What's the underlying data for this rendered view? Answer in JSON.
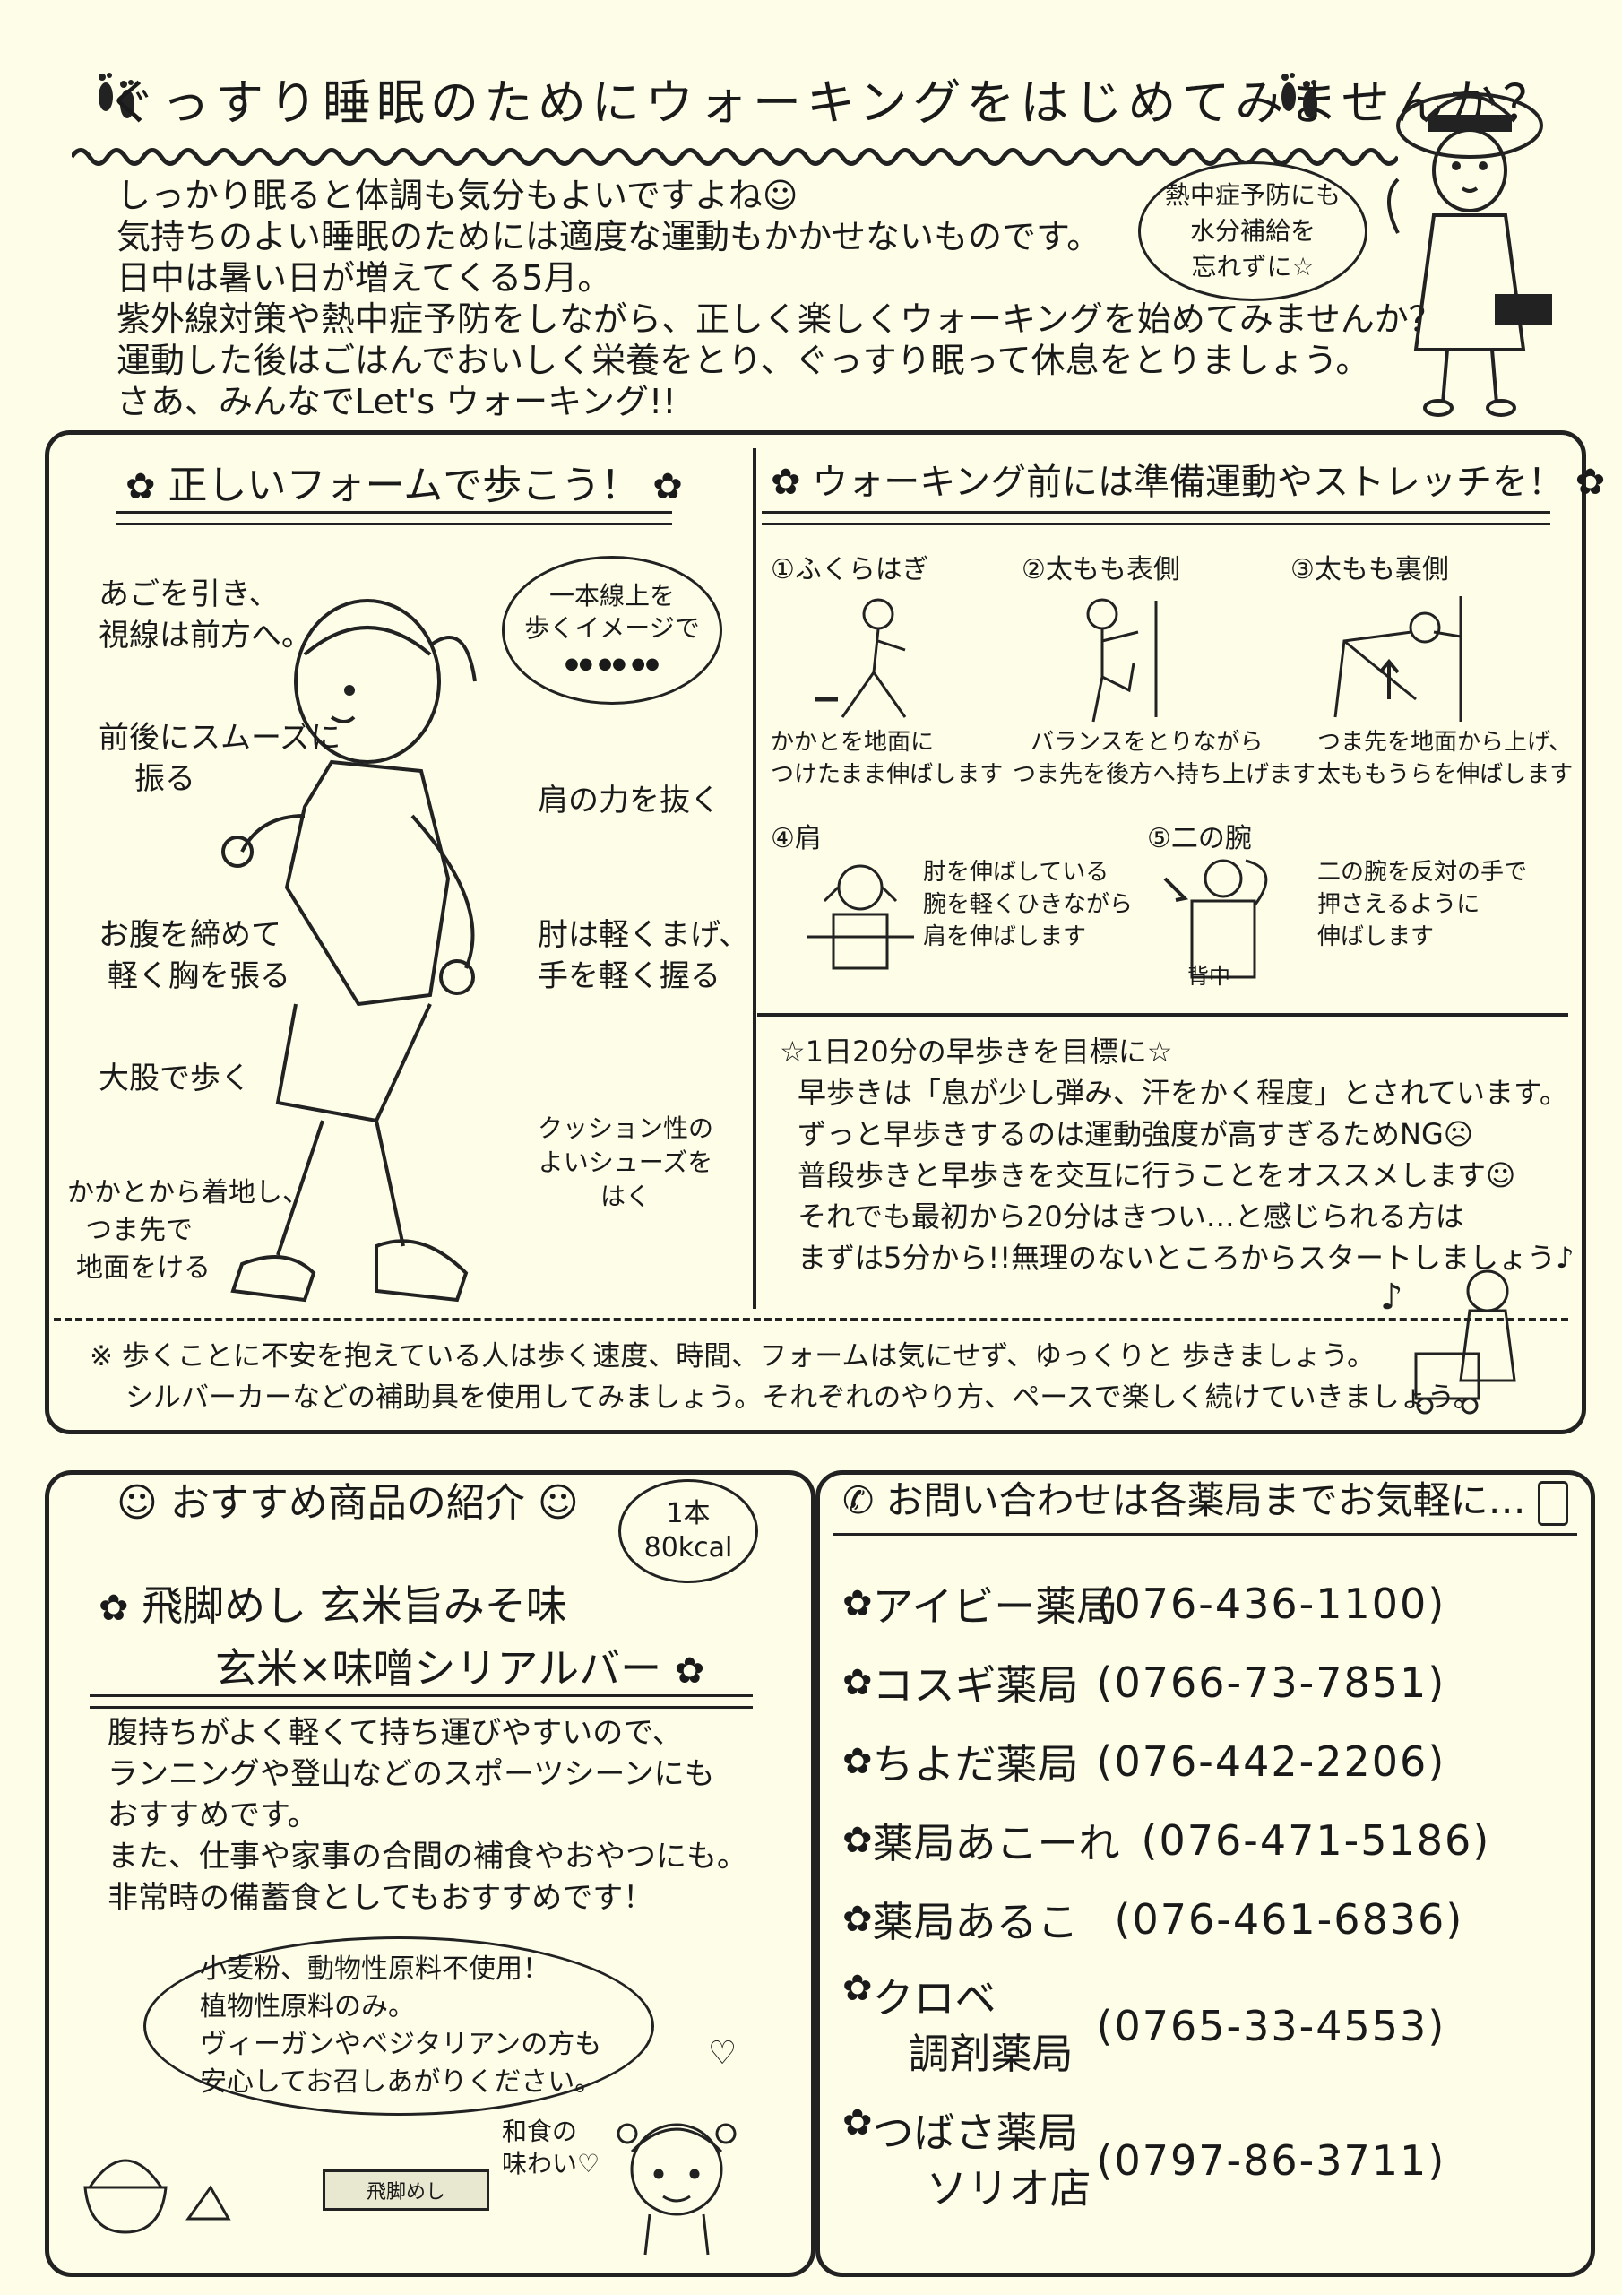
{
  "header": {
    "title": "ぐっすり睡眠のためにウォーキングをはじめてみませんか？"
  },
  "intro": [
    "しっかり眠ると体調も気分もよいですよね☺",
    "気持ちのよい睡眠のためには適度な運動もかかせないものです。",
    "日中は暑い日が増えてくる5月。",
    "紫外線対策や熱中症予防をしながら、正しく楽しくウォーキングを始めてみませんか？",
    "運動した後はごはんでおいしく栄養をとり、ぐっすり眠って休息をとりましょう。",
    "さあ、みんなでLet's ウォーキング!!"
  ],
  "bubble_top": [
    "熱中症予防にも",
    "水分補給を",
    "忘れずに☆"
  ],
  "form": {
    "title": "正しいフォームで歩こう！",
    "thought": [
      "一本線上を",
      "歩くイメージで"
    ],
    "labels": {
      "chin": [
        "あごを引き、",
        "視線は前方へ。"
      ],
      "arms": [
        "前後にスムーズに",
        "振る"
      ],
      "shoulder": "肩の力を抜く",
      "belly": [
        "お腹を締めて",
        "軽く胸を張る"
      ],
      "elbow": [
        "肘は軽くまげ、",
        "手を軽く握る"
      ],
      "stride": "大股で歩く",
      "shoes": [
        "クッション性の",
        "よいシューズを",
        "はく"
      ],
      "heel": [
        "かかとから着地し、",
        "つま先で",
        "地面をける"
      ]
    }
  },
  "stretch": {
    "title": "ウォーキング前には準備運動やストレッチを！",
    "items": [
      {
        "num": "①",
        "name": "ふくらはぎ",
        "desc": [
          "かかとを地面に",
          "つけたまま伸ばします"
        ]
      },
      {
        "num": "②",
        "name": "太もも表側",
        "desc": [
          "バランスをとりながら",
          "つま先を後方へ持ち上げます"
        ]
      },
      {
        "num": "③",
        "name": "太もも裏側",
        "desc": [
          "つま先を地面から上げ、",
          "太ももうらを伸ばします"
        ]
      },
      {
        "num": "④",
        "name": "肩",
        "desc": [
          "肘を伸ばしている",
          "腕を軽くひきながら",
          "肩を伸ばします"
        ]
      },
      {
        "num": "⑤",
        "name": "二の腕",
        "desc": [
          "二の腕を反対の手で",
          "押さえるように",
          "伸ばします"
        ]
      }
    ],
    "back_label": "背中"
  },
  "goal": {
    "title": "☆1日20分の早歩きを目標に☆",
    "lines": [
      "早歩きは「息が少し弾み、汗をかく程度」とされています。",
      "ずっと早歩きするのは運動強度が高すぎるためNG☹",
      "普段歩きと早歩きを交互に行うことをオススメします☺",
      "それでも最初から20分はきつい…と感じられる方は",
      "まずは5分から!!無理のないところからスタートしましょう♪"
    ]
  },
  "note": [
    "※ 歩くことに不安を抱えている人は歩く速度、時間、フォームは気にせず、ゆっくりと 歩きましょう。",
    "シルバーカーなどの補助具を使用してみましょう。それぞれのやり方、ペースで楽しく続けていきましょう。"
  ],
  "product": {
    "section_title": "おすすめ商品の紹介",
    "kcal": [
      "1本",
      "80kcal"
    ],
    "name1": "飛脚めし 玄米旨みそ味",
    "name2": "玄米×味噌シリアルバー",
    "desc": [
      "腹持ちがよく軽くて持ち運びやすいので、",
      "ランニングや登山などのスポーツシーンにも",
      "おすすめです。",
      "また、仕事や家事の合間の補食やおやつにも。",
      "非常時の備蓄食としてもおすすめです！"
    ],
    "bubble": [
      "小麦粉、動物性原料不使用！",
      "植物性原料のみ。",
      "ヴィーガンやベジタリアンの方も",
      "安心してお召しあがりください。"
    ],
    "wafu": [
      "和食の",
      "味わい♡"
    ],
    "package_text": "飛脚めし"
  },
  "contact": {
    "title": "お問い合わせは各薬局までお気軽に…",
    "pharmacies": [
      {
        "name": "アイビー薬局",
        "phone": "(076-436-1100)"
      },
      {
        "name": "コスギ薬局",
        "phone": "(0766-73-7851)"
      },
      {
        "name": "ちよだ薬局",
        "phone": "(076-442-2206)"
      },
      {
        "name": "薬局あこーれ",
        "phone": "(076-471-5186)"
      },
      {
        "name": "薬局あるこ",
        "phone": "(076-461-6836)"
      },
      {
        "name": "クロベ",
        "name2": "調剤薬局",
        "phone": "(0765-33-4553)"
      },
      {
        "name": "つばさ薬局",
        "name2": "ソリオ店",
        "phone": "(0797-86-3711)"
      }
    ]
  },
  "icons": {
    "footprint": "footprint-icon",
    "flower": "flower-icon",
    "smiley": "smiley-icon",
    "phone": "phone-icon",
    "smartphone": "smartphone-icon",
    "note": "music-note-icon"
  }
}
